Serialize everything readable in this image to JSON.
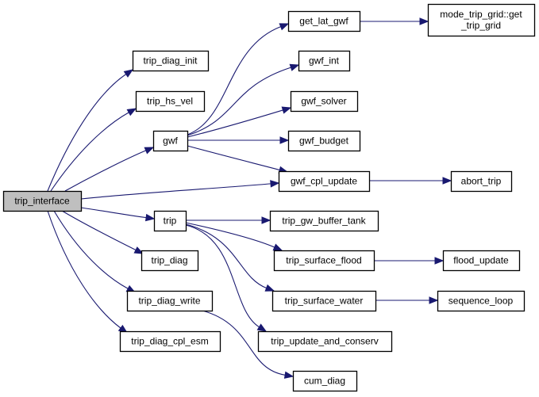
{
  "diagram": {
    "type": "call-graph",
    "edge_color": "#191970",
    "root_fill": "#bfbfbf",
    "nodes": [
      {
        "id": "trip_interface",
        "label": [
          "trip_interface"
        ],
        "root": true
      },
      {
        "id": "trip_diag_init",
        "label": [
          "trip_diag_init"
        ]
      },
      {
        "id": "trip_hs_vel",
        "label": [
          "trip_hs_vel"
        ]
      },
      {
        "id": "gwf",
        "label": [
          "gwf"
        ]
      },
      {
        "id": "trip",
        "label": [
          "trip"
        ]
      },
      {
        "id": "trip_diag",
        "label": [
          "trip_diag"
        ]
      },
      {
        "id": "trip_diag_write",
        "label": [
          "trip_diag_write"
        ]
      },
      {
        "id": "trip_diag_cpl_esm",
        "label": [
          "trip_diag_cpl_esm"
        ]
      },
      {
        "id": "get_lat_gwf",
        "label": [
          "get_lat_gwf"
        ]
      },
      {
        "id": "mode_trip_grid_get_trip_grid",
        "label": [
          "mode_trip_grid::get",
          "_trip_grid"
        ]
      },
      {
        "id": "gwf_int",
        "label": [
          "gwf_int"
        ]
      },
      {
        "id": "gwf_solver",
        "label": [
          "gwf_solver"
        ]
      },
      {
        "id": "gwf_budget",
        "label": [
          "gwf_budget"
        ]
      },
      {
        "id": "gwf_cpl_update",
        "label": [
          "gwf_cpl_update"
        ]
      },
      {
        "id": "abort_trip",
        "label": [
          "abort_trip"
        ]
      },
      {
        "id": "trip_gw_buffer_tank",
        "label": [
          "trip_gw_buffer_tank"
        ]
      },
      {
        "id": "trip_surface_flood",
        "label": [
          "trip_surface_flood"
        ]
      },
      {
        "id": "flood_update",
        "label": [
          "flood_update"
        ]
      },
      {
        "id": "trip_surface_water",
        "label": [
          "trip_surface_water"
        ]
      },
      {
        "id": "sequence_loop",
        "label": [
          "sequence_loop"
        ]
      },
      {
        "id": "trip_update_and_conserv",
        "label": [
          "trip_update_and_conserv"
        ]
      },
      {
        "id": "cum_diag",
        "label": [
          "cum_diag"
        ]
      }
    ],
    "edges": [
      {
        "from": "trip_interface",
        "to": "trip_diag_init"
      },
      {
        "from": "trip_interface",
        "to": "trip_hs_vel"
      },
      {
        "from": "trip_interface",
        "to": "gwf"
      },
      {
        "from": "trip_interface",
        "to": "gwf_cpl_update"
      },
      {
        "from": "trip_interface",
        "to": "trip"
      },
      {
        "from": "trip_interface",
        "to": "trip_diag"
      },
      {
        "from": "trip_interface",
        "to": "trip_diag_write"
      },
      {
        "from": "trip_interface",
        "to": "trip_diag_cpl_esm"
      },
      {
        "from": "gwf",
        "to": "get_lat_gwf"
      },
      {
        "from": "gwf",
        "to": "gwf_int"
      },
      {
        "from": "gwf",
        "to": "gwf_solver"
      },
      {
        "from": "gwf",
        "to": "gwf_budget"
      },
      {
        "from": "gwf",
        "to": "gwf_cpl_update"
      },
      {
        "from": "get_lat_gwf",
        "to": "mode_trip_grid_get_trip_grid"
      },
      {
        "from": "gwf_cpl_update",
        "to": "abort_trip"
      },
      {
        "from": "trip",
        "to": "trip_gw_buffer_tank"
      },
      {
        "from": "trip",
        "to": "trip_surface_flood"
      },
      {
        "from": "trip",
        "to": "trip_surface_water"
      },
      {
        "from": "trip",
        "to": "trip_update_and_conserv"
      },
      {
        "from": "trip_surface_flood",
        "to": "flood_update"
      },
      {
        "from": "trip_surface_water",
        "to": "sequence_loop"
      },
      {
        "from": "trip_diag_write",
        "to": "cum_diag"
      }
    ]
  }
}
